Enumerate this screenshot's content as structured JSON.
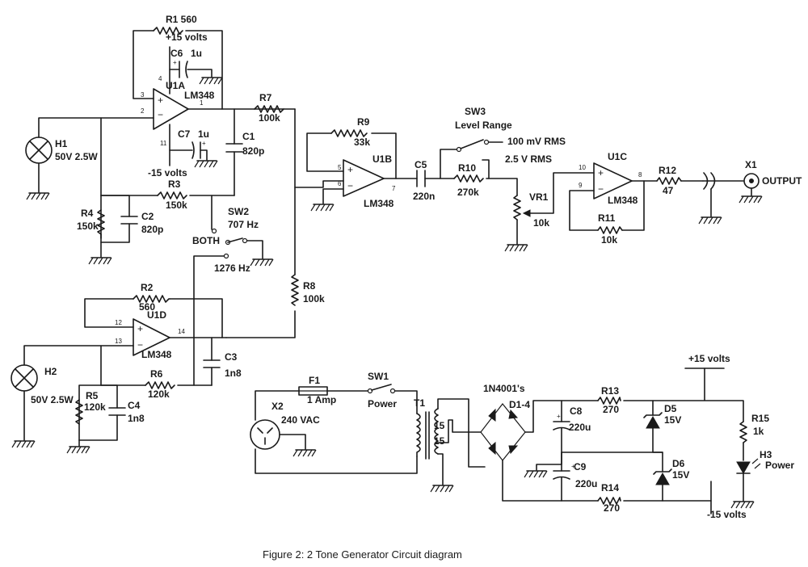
{
  "caption": "Figure 2:  2 Tone Generator Circuit diagram",
  "labels": {
    "r1": "R1 560",
    "vplus_u1a": "+15 volts",
    "c6": "C6",
    "c6_val": "1u",
    "u1a": "U1A",
    "u1a_type": "LM348",
    "c7": "C7",
    "c7_val": "1u",
    "vminus_u1a": "-15 volts",
    "c1": "C1",
    "c1_val": "820p",
    "r7": "R7",
    "r7_val": "100k",
    "h1": "H1",
    "h1_val": "50V 2.5W",
    "r3": "R3",
    "r3_val": "150k",
    "r4": "R4",
    "r4_val": "150k",
    "c2": "C2",
    "c2_val": "820p",
    "sw2": "SW2",
    "f707": "707 Hz",
    "both": "BOTH",
    "f1276": "1276 Hz",
    "r9": "R9",
    "r9_val": "33k",
    "u1b": "U1B",
    "u1b_type": "LM348",
    "c5": "C5",
    "c5_val": "220n",
    "sw3": "SW3",
    "level": "Level Range",
    "mv100": "100 mV RMS",
    "v25": "2.5 V RMS",
    "r10": "R10",
    "r10_val": "270k",
    "vr1": "VR1",
    "vr1_val": "10k",
    "u1c": "U1C",
    "u1c_type": "LM348",
    "r11": "R11",
    "r11_val": "10k",
    "r12": "R12",
    "r12_val": "47",
    "x1": "X1",
    "output": "OUTPUT",
    "r2": "R2",
    "r2_val": "560",
    "u1d": "U1D",
    "u1d_type": "LM348",
    "r8": "R8",
    "r8_val": "100k",
    "c3": "C3",
    "c3_val": "1n8",
    "h2": "H2",
    "h2_val": "50V 2.5W",
    "r5": "R5",
    "r5_val": "120k",
    "c4": "C4",
    "c4_val": "1n8",
    "r6": "R6",
    "r6_val": "120k",
    "x2": "X2",
    "vac": "240 VAC",
    "f1": "F1",
    "f1_val": "1 Amp",
    "sw1": "SW1",
    "sw1_val": "Power",
    "t1": "T1",
    "t1_s1": "15",
    "t1_s2": "15",
    "diodes": "1N4001's",
    "d14": "D1-4",
    "c8": "C8",
    "c8_val": "220u",
    "c9": "C9",
    "c9_val": "220u",
    "r13": "R13",
    "r13_val": "270",
    "r14": "R14",
    "r14_val": "270",
    "d5": "D5",
    "d5_val": "15V",
    "d6": "D6",
    "d6_val": "15V",
    "vplus_psu": "+15 volts",
    "vminus_psu": "-15 volts",
    "r15": "R15",
    "r15_val": "1k",
    "h3": "H3",
    "h3_val": "Power"
  },
  "pins": {
    "u1a_in_plus": "3",
    "u1a_in_minus": "2",
    "u1a_vplus": "4",
    "u1a_out": "1",
    "u1a_vminus": "11",
    "u1b_in_plus": "5",
    "u1b_in_minus": "6",
    "u1b_out": "7",
    "u1c_in_plus": "10",
    "u1c_in_minus": "9",
    "u1c_out": "8",
    "u1d_in_plus": "12",
    "u1d_in_minus": "13",
    "u1d_out": "14"
  },
  "symbols": {
    "plus": "+",
    "minus": "−"
  }
}
